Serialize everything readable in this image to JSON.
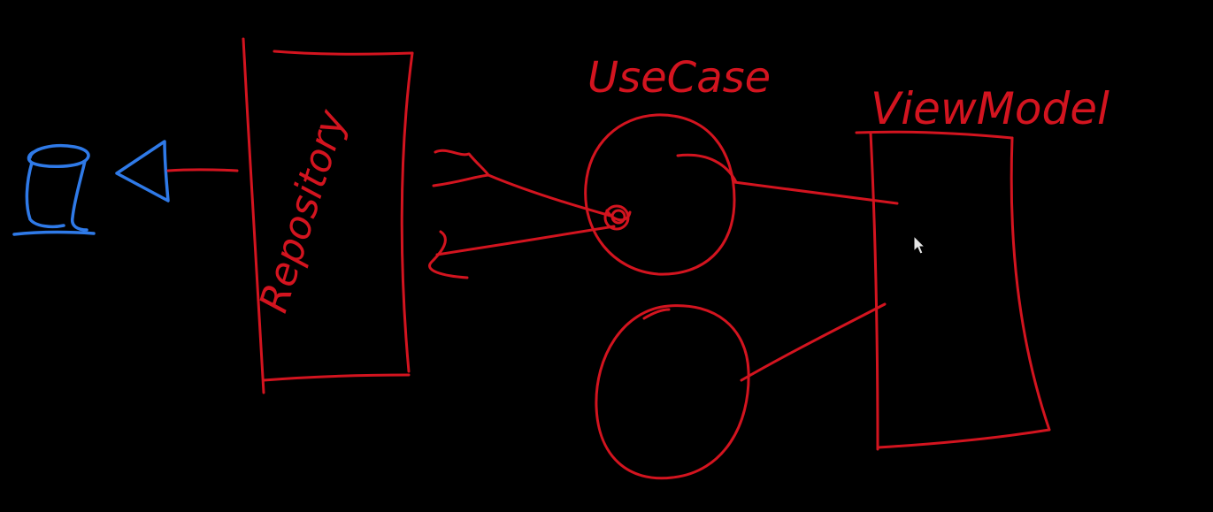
{
  "labels": {
    "repository": "Repository",
    "usecase": "UseCase",
    "viewmodel": "ViewModel"
  },
  "colors": {
    "background": "#000000",
    "ink_red": "#d3141f",
    "ink_blue": "#2f7ae8",
    "cursor": "#e6e6e6"
  },
  "icons": {
    "database": "database-cylinder-icon",
    "arrow": "triangle-arrow-icon",
    "cursor": "mouse-pointer-icon"
  }
}
